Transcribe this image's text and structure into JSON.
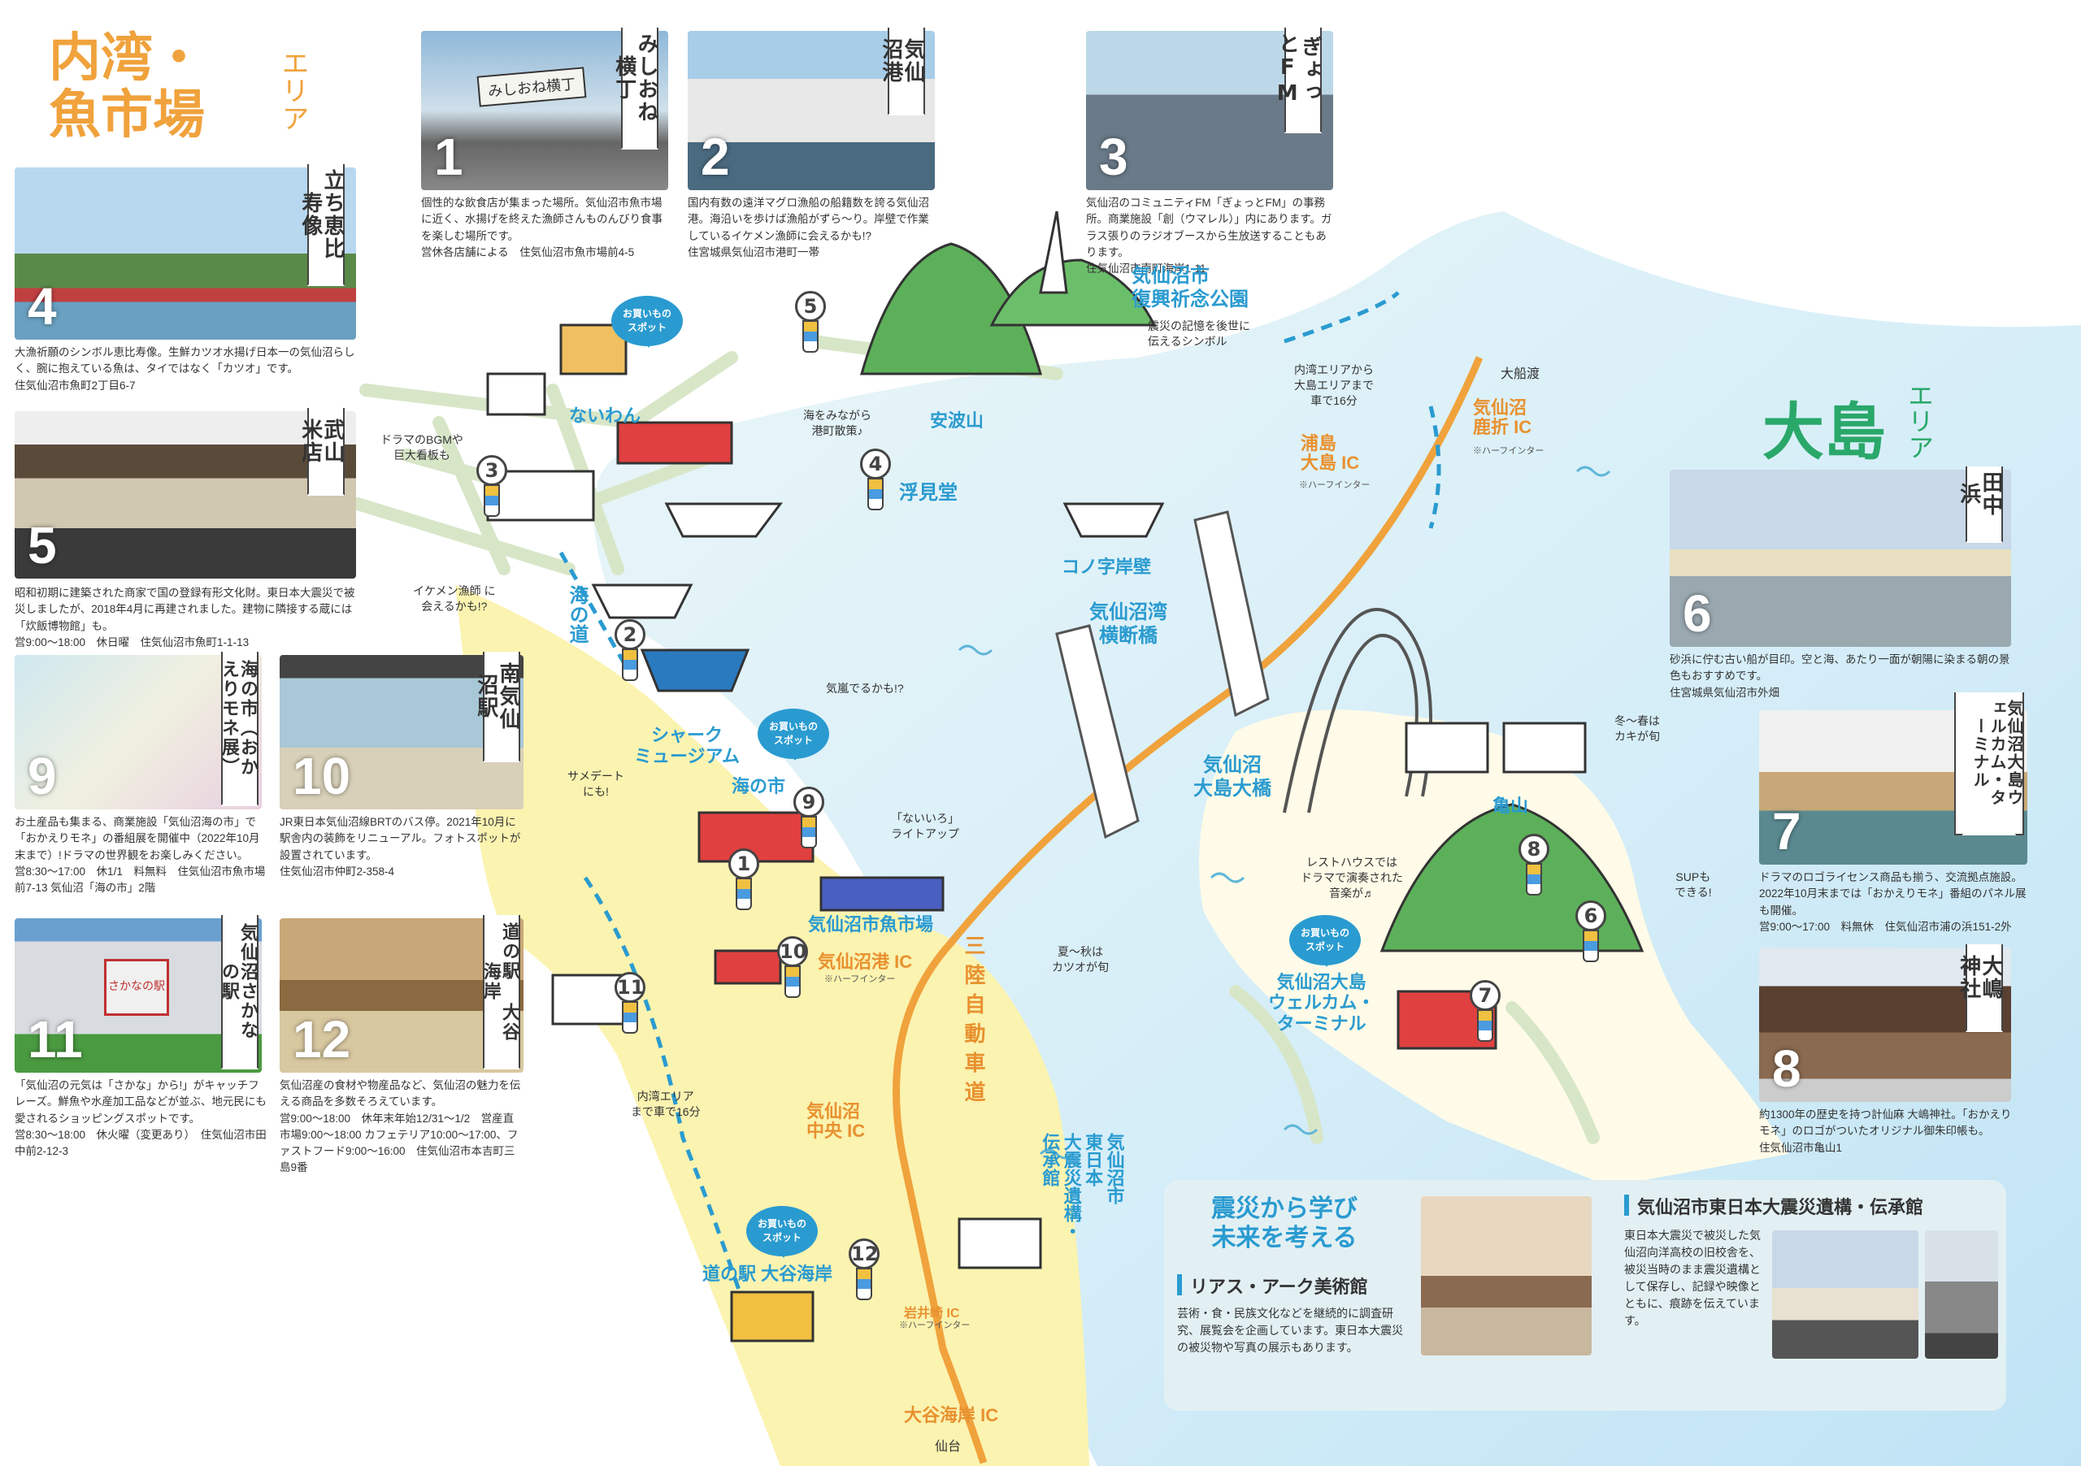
{
  "area_naiwan": {
    "title_line1": "内湾・",
    "title_line2": "魚市場",
    "suffix": "エリア"
  },
  "area_oshima": {
    "title": "大島",
    "suffix": "エリア"
  },
  "spots": {
    "yokocho": {
      "tag": "みしおね横丁",
      "num": "1",
      "sign": "みしおね横丁",
      "desc": "個性的な飲食店が集まった場所。気仙沼市魚市場に近く、水揚げを終えた漁師さんものんびり食事を楽しむ場所です。",
      "info": "営休各店舗による　住気仙沼市魚市場前4-5"
    },
    "port": {
      "tag": "気仙沼港",
      "num": "2",
      "desc": "国内有数の遠洋マグロ漁船の船籍数を誇る気仙沼港。海沿いを歩けば漁船がずら〜り。岸壁で作業しているイケメン漁師に会えるかも!?",
      "info": "住宮城県気仙沼市港町一帯"
    },
    "fm": {
      "tag": "ぎょっとFM",
      "num": "3",
      "desc": "気仙沼のコミュニティFM「ぎょっとFM」の事務所。商業施設「創（ウマレル）」内にあります。ガラス張りのラジオブースから生放送することもあります。",
      "info": "住気仙沼市南町海岸1-11"
    },
    "ebisu": {
      "tag": "立ち恵比寿像",
      "num": "4",
      "desc": "大漁祈願のシンボル恵比寿像。生鮮カツオ水揚げ日本一の気仙沼らしく、腕に抱えている魚は、タイではなく「カツオ」です。",
      "info": "住気仙沼市魚町2丁目6-7"
    },
    "takeyama": {
      "tag": "武山米店",
      "num": "5",
      "desc": "昭和初期に建築された商家で国の登録有形文化財。東日本大震災で被災しましたが、2018年4月に再建されました。建物に隣接する蔵には「炊飯博物館」も。",
      "info": "営9:00〜18:00　休日曜　住気仙沼市魚町1-1-13"
    },
    "uminoichi": {
      "tag": "海の市（おかえりモネ展）",
      "num": "9",
      "desc": "お土産品も集まる、商業施設「気仙沼海の市」で「おかえりモネ」の番組展を開催中（2022年10月末まで）!ドラマの世界観をお楽しみください。",
      "info": "営8:30〜17:00　休1/1　料無料　住気仙沼市魚市場前7-13 気仙沼「海の市」2階"
    },
    "minamieki": {
      "tag": "南気仙沼駅",
      "num": "10",
      "desc": "JR東日本気仙沼線BRTのバス停。2021年10月に駅舎内の装飾をリニューアル。フォトスポットが設置されています。",
      "info": "住気仙沼市仲町2-358-4"
    },
    "sakana": {
      "tag": "気仙沼さかなの駅",
      "num": "11",
      "sign": "さかなの駅",
      "desc": "「気仙沼の元気は「さかな」から!」がキャッチフレーズ。鮮魚や水産加工品などが並ぶ、地元民にも愛されるショッピングスポットです。",
      "info": "営8:30〜18:00　休火曜（変更あり）　住気仙沼市田中前2-12-3"
    },
    "oya": {
      "tag": "道の駅 大谷海岸",
      "num": "12",
      "desc": "気仙沼産の食材や物産品など、気仙沼の魅力を伝える商品を多数そろえています。",
      "info": "営9:00〜18:00　休年末年始12/31〜1/2　営産直市場9:00〜18:00 カフェテリア10:00〜17:00、ファストフード9:00〜16:00　住気仙沼市本吉町三島9番"
    },
    "tanakahama": {
      "tag": "田中浜",
      "num": "6",
      "desc": "砂浜に佇む古い船が目印。空と海、あたり一面が朝陽に染まる朝の景色もおすすめです。",
      "info": "住宮城県気仙沼市外畑"
    },
    "welcome": {
      "tag": "気仙沼大島ウェルカム・ターミナル",
      "num": "7",
      "desc": "ドラマのロゴライセンス商品も揃う、交流拠点施設。2022年10月末までは「おかえりモネ」番組のパネル展も開催。",
      "info": "営9:00〜17:00　料無休　住気仙沼市浦の浜151-2外"
    },
    "oshima_shrine": {
      "tag": "大嶋神社",
      "num": "8",
      "desc": "約1300年の歴史を持つ計仙麻 大嶋神社。「おかえりモネ」のロゴがついたオリジナル御朱印帳も。",
      "info": "住気仙沼市亀山1"
    }
  },
  "map_labels": {
    "fukko_park": "気仙沼市\n復興祈念公園",
    "fukko_park_note": "震災の記憶を後世に\n伝えるシンボル",
    "anbasan": "安波山",
    "naiwan": "ないわん",
    "fukenodo": "浮見堂",
    "konoji": "コノ字岸壁",
    "umi_no_michi": "海の道",
    "bridge1": "気仙沼湾\n横断橋",
    "bridge2": "気仙沼\n大島大橋",
    "shark": "シャーク\nミュージアム",
    "umi_no_ichi_label": "海の市",
    "gyoshijo": "気仙沼市魚市場",
    "kameyama": "亀山",
    "welcome_map": "気仙沼大島\nウェルカム・\nターミナル",
    "michi_no_eki": "道の駅 大谷海岸",
    "denshokan_vertical": "気仙沼市\n東日本\n大震災遺構・\n伝承館",
    "sanriku": "三陸自動車道",
    "ic_kesennuma_shishiori": "気仙沼\n鹿折 IC",
    "ic_uranoshima": "浦島\n大島 IC",
    "ic_kesennumako": "気仙沼港 IC",
    "ic_chuo": "気仙沼\n中央 IC",
    "ic_iwaisaki": "岩井崎 IC",
    "ic_oya": "大谷海岸 IC",
    "half_ic": "※ハーフインター",
    "ofunato": "大船渡",
    "sendai": "仙台",
    "car_note1": "内湾エリアから\n大島エリアまで\n車で16分",
    "car_note2": "内湾エリア\nまで車で16分",
    "drama_bgm": "ドラマのBGMや\n巨大看板も",
    "walk_note": "海をみながら\n港町散策♪",
    "ikemen_note": "イケメン漁師 に\n会えるかも!?",
    "kiarashi": "気嵐でるかも!?",
    "same_note": "サメデート\nにも!",
    "naiiro": "「ないいろ」\nライトアップ",
    "katsuo_note": "夏〜秋は\nカツオが旬",
    "kaki_note": "冬〜春は\nカキが旬",
    "resthouse_note": "レストハウスでは\nドラマで演奏された\n音楽が♬",
    "sup_note": "SUPも\nできる!",
    "shopping_spot": "お買いもの\nスポット"
  },
  "learn_box": {
    "heading": "震災から学び\n未来を考える",
    "rias_title": "リアス・アーク美術館",
    "rias_desc": "芸術・食・民族文化などを継続的に調査研究、展覧会を企画しています。東日本大震災の被災物や写真の展示もあります。",
    "denshokan_title": "気仙沼市東日本大震災遺構・伝承館",
    "denshokan_desc": "東日本大震災で被災した気仙沼向洋高校の旧校舎を、被災当時のまま震災遺構として保存し、記録や映像とともに、痕跡を伝えています。"
  },
  "colors": {
    "orange": "#f0a23c",
    "blue": "#2a9bd0",
    "green": "#2aa86a",
    "sea": "#d6eef8",
    "land_yellow": "#fbf3b0"
  }
}
